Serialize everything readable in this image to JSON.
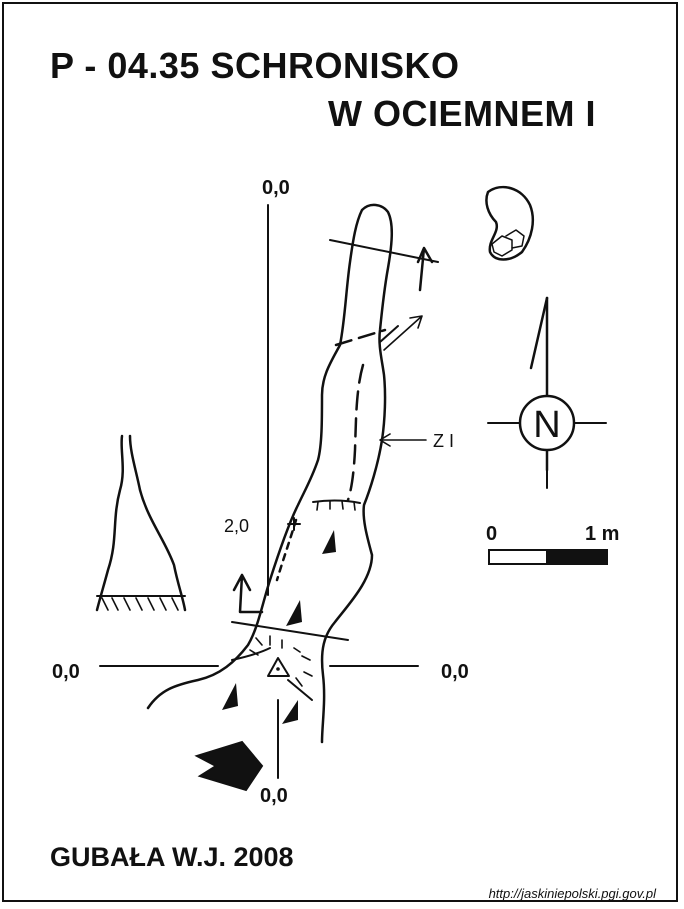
{
  "title": {
    "line1": "P - 04.35  SCHRONISKO",
    "line2": "W OCIEMNEM I"
  },
  "datum_labels": {
    "top": "0,0",
    "left": "0,0",
    "right": "0,0",
    "bottom": "0,0",
    "depth": "2,0"
  },
  "marker": "Z I",
  "north_symbol": "N",
  "scale": {
    "start": "0",
    "end": "1 m"
  },
  "author": "GUBAŁA W.J. 2008",
  "source": "http://jaskiniepolski.pgi.gov.pl"
}
